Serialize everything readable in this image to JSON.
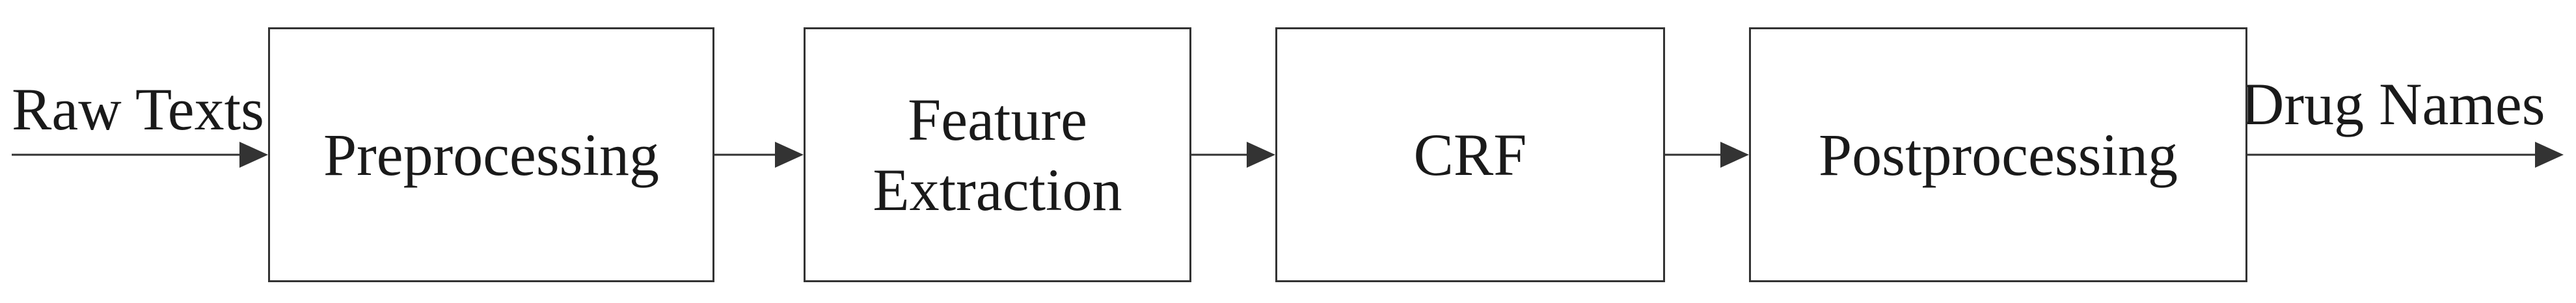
{
  "diagram": {
    "input_label": "Raw Texts",
    "output_label": "Drug Names",
    "steps": [
      {
        "lines": [
          "Preprocessing"
        ]
      },
      {
        "lines": [
          "Feature",
          "Extraction"
        ]
      },
      {
        "lines": [
          "CRF"
        ]
      },
      {
        "lines": [
          "Postprocessing"
        ]
      }
    ],
    "colors": {
      "stroke": "#333333",
      "text": "#1a1a1a",
      "background": "#ffffff"
    }
  }
}
